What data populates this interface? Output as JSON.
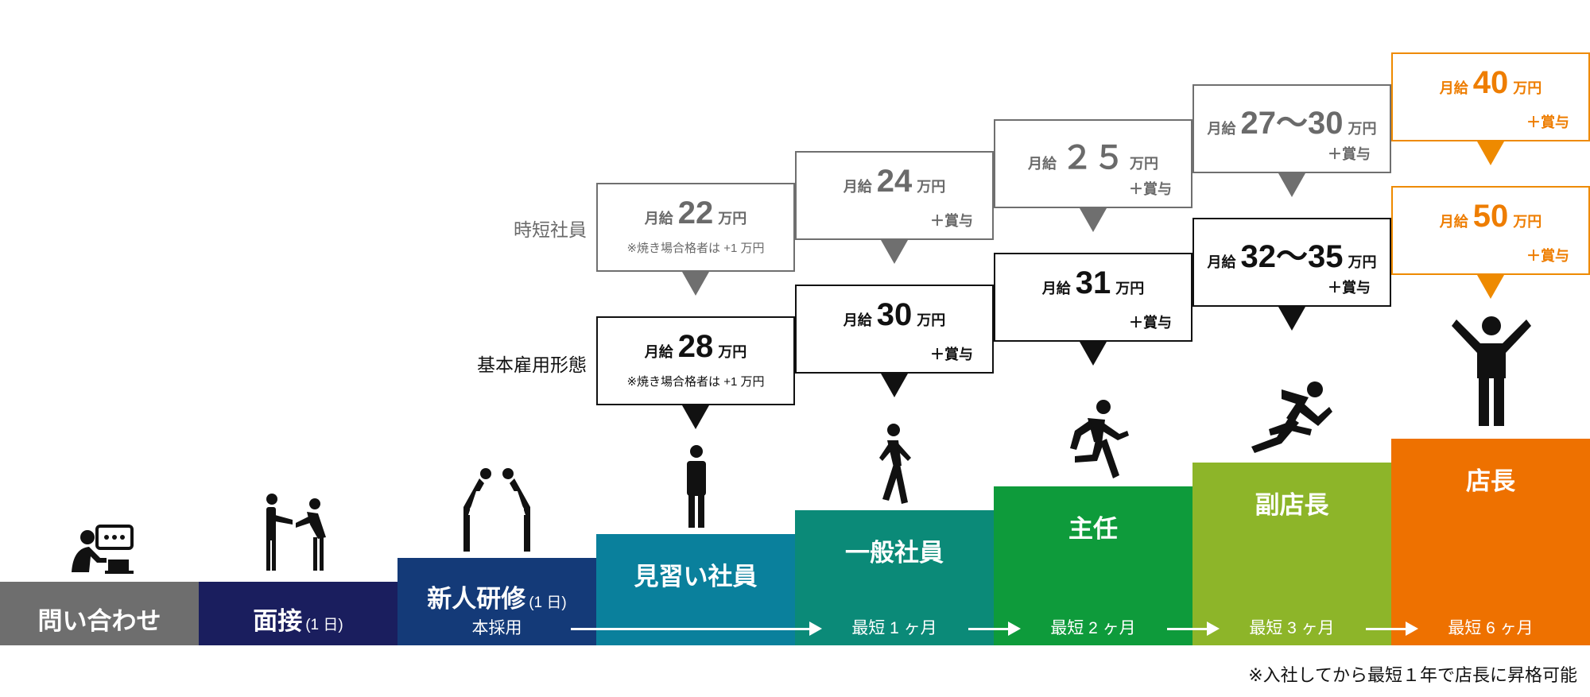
{
  "steps": [
    {
      "title": "問い合わせ",
      "color": "#6e6e6e"
    },
    {
      "title": "面接",
      "paren": "(1 日)",
      "color": "#1a1e5e"
    },
    {
      "title": "新人研修",
      "paren": "(1 日)",
      "sub": "本採用",
      "color": "#143a78"
    },
    {
      "title": "見習い社員",
      "color": "#0a809c"
    },
    {
      "title": "一般社員",
      "sub": "最短 1 ヶ月",
      "color": "#0b8a78"
    },
    {
      "title": "主任",
      "sub": "最短 2 ヶ月",
      "color": "#0e9b3b"
    },
    {
      "title": "副店長",
      "sub": "最短 3 ヶ月",
      "color": "#8db529"
    },
    {
      "title": "店長",
      "sub": "最短 6 ヶ月",
      "color": "#ee7100"
    }
  ],
  "row_labels": {
    "short_time": "時短社員",
    "standard": "基本雇用形態"
  },
  "salary_common": {
    "label": "月給",
    "unit": "万円",
    "bonus": "＋賞与",
    "note": "※焼き場合格者は +1 万円"
  },
  "short_time_salaries": [
    "22",
    "24",
    "２５",
    "27～30",
    "40"
  ],
  "standard_salaries": [
    "28",
    "30",
    "31",
    "32～35",
    "50"
  ],
  "footnote": "※入社してから最短１年で店長に昇格可能",
  "icons": [
    "consultation-icon",
    "handshake-icon",
    "bowing-icon",
    "standing-person-icon",
    "walking-person-icon",
    "running-person-icon",
    "sprinting-person-icon",
    "celebrating-person-icon"
  ]
}
